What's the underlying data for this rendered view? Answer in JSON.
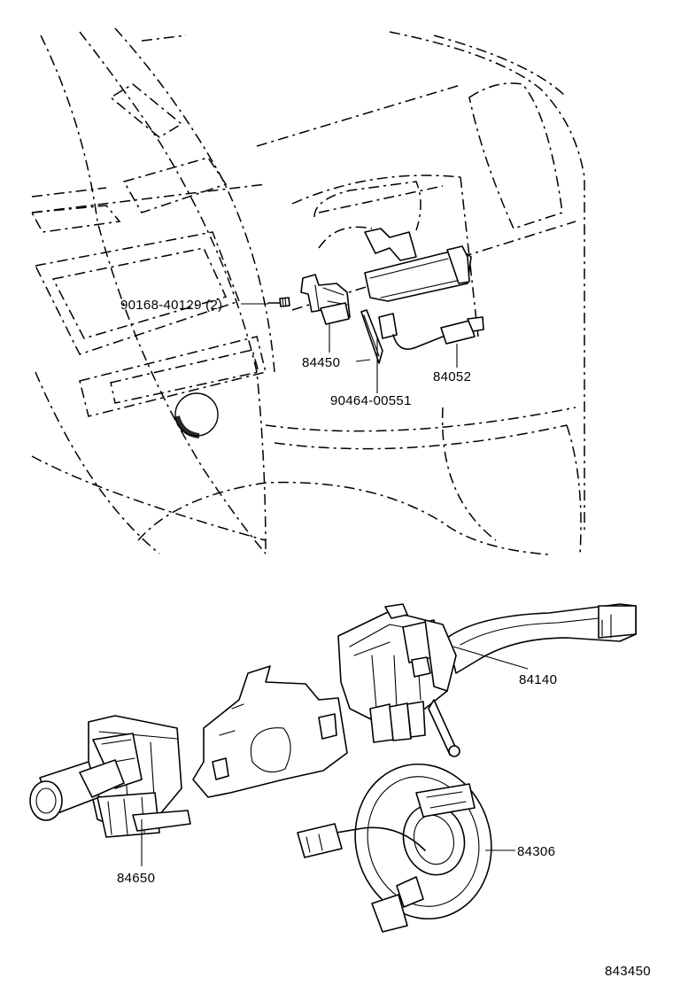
{
  "diagram": {
    "part_labels": [
      {
        "id": "screw",
        "text": "90168-40129 (2)"
      },
      {
        "id": "bracket",
        "text": "84450"
      },
      {
        "id": "wire",
        "text": "84052"
      },
      {
        "id": "clip",
        "text": "90464-00551"
      },
      {
        "id": "turn-switch",
        "text": "84140"
      },
      {
        "id": "spiral-cable",
        "text": "84306"
      },
      {
        "id": "wiper-switch",
        "text": "84650"
      }
    ],
    "drawing_number": "843450"
  }
}
